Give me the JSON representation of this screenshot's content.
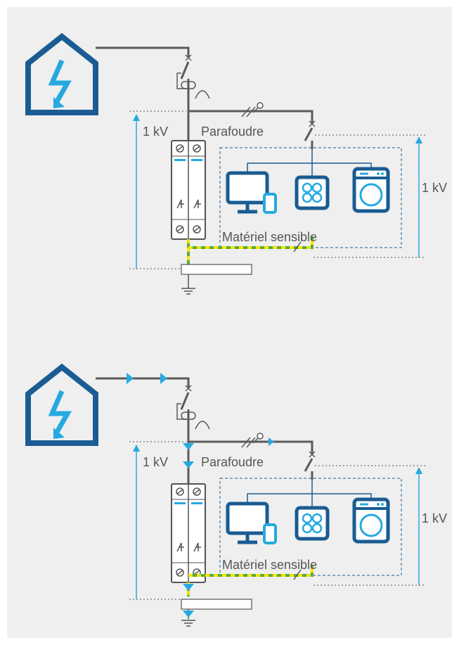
{
  "colors": {
    "background": "#efefef",
    "accent_blue": "#1a5c93",
    "arrow_cyan": "#26a9e0",
    "wire": "#5a5a5a",
    "earth_green": "#5aab3c",
    "earth_yellow": "#f2e500",
    "text": "#555555"
  },
  "icons": [
    "house-lightning-icon",
    "monitor-tablet-icon",
    "cooktop-icon",
    "washing-machine-icon",
    "ground-icon",
    "surge-protector-icon"
  ],
  "diagram_top": {
    "label_protector": "Parafoudre",
    "label_equipment": "Matériel sensible",
    "label_voltage_left": "1 kV",
    "label_voltage_right": "1 kV"
  },
  "diagram_bottom": {
    "label_protector": "Parafoudre",
    "label_equipment": "Matériel sensible",
    "label_voltage_left": "1 kV",
    "label_voltage_right": "1 kV"
  }
}
